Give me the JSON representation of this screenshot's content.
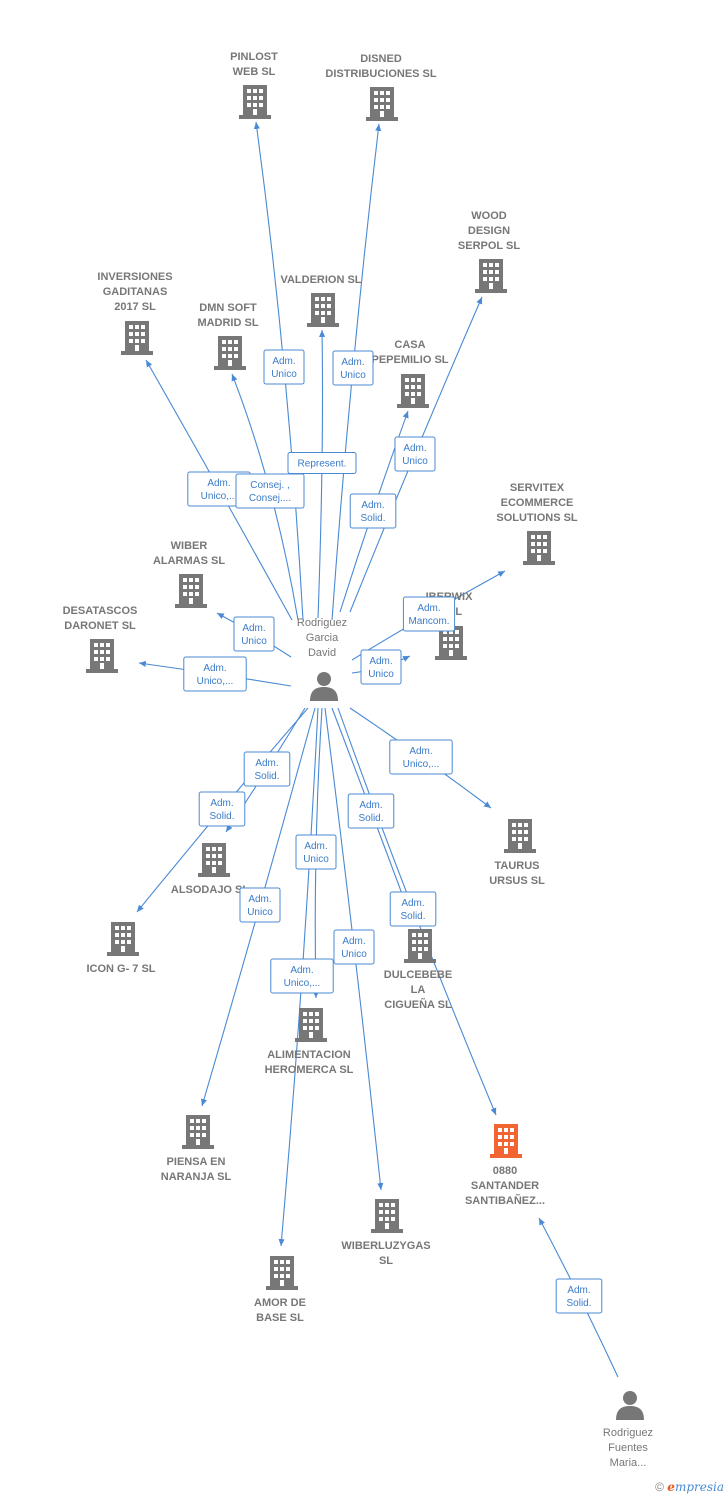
{
  "colors": {
    "edge": "#4a8ad4",
    "company": "#777777",
    "highlight": "#f26532",
    "person": "#777777"
  },
  "nodes": [
    {
      "id": "center",
      "type": "person",
      "icon": "person-icon",
      "label": [
        "Rodriguez",
        "Garcia",
        "David"
      ]
    },
    {
      "id": "rfm",
      "type": "person",
      "icon": "person-icon",
      "label": [
        "Rodriguez",
        "Fuentes",
        "Maria..."
      ]
    },
    {
      "id": "pinlost",
      "type": "company",
      "icon": "building-icon",
      "label": [
        "PINLOST",
        "WEB  SL"
      ]
    },
    {
      "id": "disned",
      "type": "company",
      "icon": "building-icon",
      "label": [
        "DISNED",
        "DISTRIBUCIONES SL"
      ]
    },
    {
      "id": "wood",
      "type": "company",
      "icon": "building-icon",
      "label": [
        "WOOD",
        "DESIGN",
        "SERPOL  SL"
      ]
    },
    {
      "id": "inversiones",
      "type": "company",
      "icon": "building-icon",
      "label": [
        "INVERSIONES",
        "GADITANAS",
        "2017  SL"
      ]
    },
    {
      "id": "valderion",
      "type": "company",
      "icon": "building-icon",
      "label": [
        "VALDERION  SL"
      ]
    },
    {
      "id": "dmn",
      "type": "company",
      "icon": "building-icon",
      "label": [
        "DMN SOFT",
        "MADRID SL"
      ]
    },
    {
      "id": "casa",
      "type": "company",
      "icon": "building-icon",
      "label": [
        "CASA",
        "PEPEMILIO  SL"
      ]
    },
    {
      "id": "servitex",
      "type": "company",
      "icon": "building-icon",
      "label": [
        "SERVITEX",
        "ECOMMERCE",
        "SOLUTIONS SL"
      ]
    },
    {
      "id": "wiber",
      "type": "company",
      "icon": "building-icon",
      "label": [
        "WIBER",
        "ALARMAS  SL"
      ]
    },
    {
      "id": "desatascos",
      "type": "company",
      "icon": "building-icon",
      "label": [
        "DESATASCOS",
        "DARONET  SL"
      ]
    },
    {
      "id": "iberwix",
      "type": "company",
      "icon": "building-icon",
      "label": [
        "IBERWIX",
        "M  SL"
      ]
    },
    {
      "id": "taurus",
      "type": "company",
      "icon": "building-icon",
      "label": [
        "TAURUS",
        "URSUS  SL"
      ]
    },
    {
      "id": "alsodajo",
      "type": "company",
      "icon": "building-icon",
      "label": [
        "ALSODAJO SL"
      ]
    },
    {
      "id": "icon",
      "type": "company",
      "icon": "building-icon",
      "label": [
        "ICON G- 7  SL"
      ]
    },
    {
      "id": "dulcebebe",
      "type": "company",
      "icon": "building-icon",
      "label": [
        "DULCEBEBE",
        "LA",
        "CIGUEÑA  SL"
      ]
    },
    {
      "id": "alimentacion",
      "type": "company",
      "icon": "building-icon",
      "label": [
        "ALIMENTACION",
        "HEROMERCA SL"
      ]
    },
    {
      "id": "piensa",
      "type": "company",
      "icon": "building-icon",
      "label": [
        "PIENSA EN",
        "NARANJA SL"
      ]
    },
    {
      "id": "santander",
      "type": "company",
      "highlight": true,
      "icon": "building-icon",
      "label": [
        "0880",
        "SANTANDER",
        "SANTIBAÑEZ..."
      ]
    },
    {
      "id": "wiberluzygas",
      "type": "company",
      "icon": "building-icon",
      "label": [
        "WIBERLUZYGAS",
        "SL"
      ]
    },
    {
      "id": "amor",
      "type": "company",
      "icon": "building-icon",
      "label": [
        "AMOR DE",
        "BASE  SL"
      ]
    }
  ],
  "edges": [
    {
      "from": "center",
      "to": "pinlost",
      "label": [
        "Adm.",
        "Unico"
      ]
    },
    {
      "from": "center",
      "to": "disned",
      "label": [
        "Adm.",
        "Unico"
      ]
    },
    {
      "from": "center",
      "to": "valderion",
      "label": [
        "Represent."
      ]
    },
    {
      "from": "center",
      "to": "wood",
      "label": [
        "Adm.",
        "Unico"
      ]
    },
    {
      "from": "center",
      "to": "casa",
      "label": [
        "Adm.",
        "Solid."
      ]
    },
    {
      "from": "center",
      "to": "inversiones",
      "label": [
        "Adm.",
        "Unico,..."
      ]
    },
    {
      "from": "center",
      "to": "dmn",
      "label": [
        "Consej. ,",
        "Consej...."
      ]
    },
    {
      "from": "center",
      "to": "servitex",
      "label": [
        "Adm.",
        "Mancom."
      ]
    },
    {
      "from": "center",
      "to": "iberwix",
      "label": [
        "Adm.",
        "Unico"
      ]
    },
    {
      "from": "center",
      "to": "wiber",
      "label": [
        "Adm.",
        "Unico"
      ]
    },
    {
      "from": "center",
      "to": "desatascos",
      "label": [
        "Adm.",
        "Unico,..."
      ]
    },
    {
      "from": "center",
      "to": "taurus",
      "label": [
        "Adm.",
        "Unico,..."
      ]
    },
    {
      "from": "center",
      "to": "alsodajo",
      "label": [
        "Adm.",
        "Solid."
      ]
    },
    {
      "from": "center",
      "to": "icon",
      "label": [
        "Adm.",
        "Solid."
      ]
    },
    {
      "from": "center",
      "to": "dulcebebe",
      "label": [
        "Adm.",
        "Solid."
      ]
    },
    {
      "from": "center",
      "to": "alimentacion",
      "label": [
        "Adm.",
        "Unico"
      ]
    },
    {
      "from": "center",
      "to": "piensa",
      "label": [
        "Adm.",
        "Unico"
      ]
    },
    {
      "from": "center",
      "to": "santander",
      "label": [
        "Adm.",
        "Solid."
      ]
    },
    {
      "from": "center",
      "to": "wiberluzygas",
      "label": [
        "Adm.",
        "Unico"
      ]
    },
    {
      "from": "center",
      "to": "amor",
      "label": [
        "Adm.",
        "Unico,..."
      ]
    },
    {
      "from": "rfm",
      "to": "santander",
      "label": [
        "Adm.",
        "Solid."
      ]
    }
  ],
  "footer": {
    "copyright": "©",
    "brand_first": "e",
    "brand_rest": "mpresia"
  }
}
